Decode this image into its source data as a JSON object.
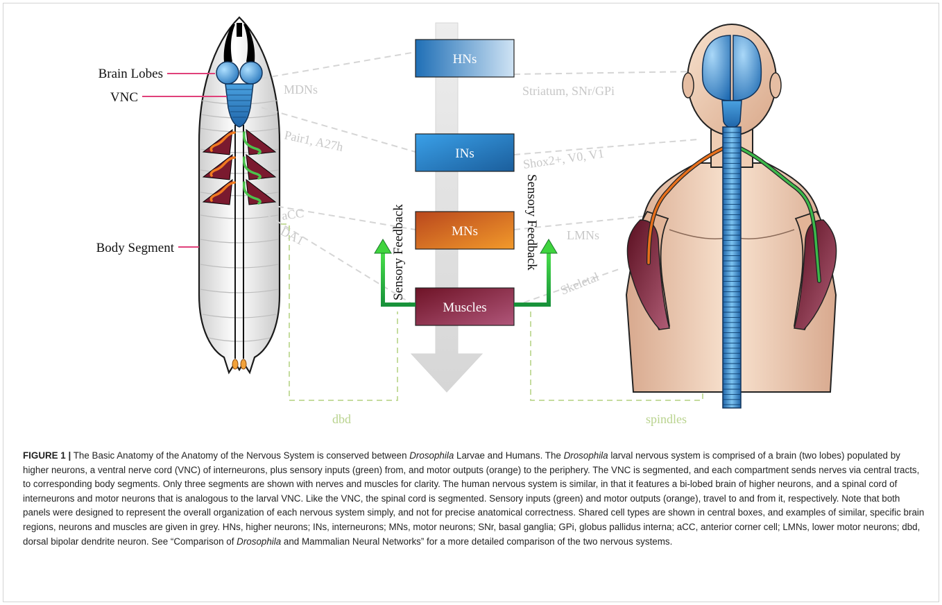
{
  "labels": {
    "brain_lobes": "Brain Lobes",
    "vnc": "VNC",
    "body_segment": "Body Segment"
  },
  "boxes": {
    "hns": "HNs",
    "ins": "INs",
    "mns": "MNs",
    "muscles": "Muscles"
  },
  "examples": {
    "mdns": "MDNs",
    "pair1": "Pair1, A27h",
    "acc": "aCC",
    "da1": "DA1",
    "dbd": "dbd",
    "striatum": "Striatum, SNr/GPi",
    "shox": "Shox2+, V0, V1",
    "lmns": "LMNs",
    "skeletal": "Skeletal",
    "spindles": "spindles"
  },
  "feedback": {
    "left": "Sensory Feedback",
    "right": "Sensory Feedback"
  },
  "colors": {
    "grey_label": "#c8c8c8",
    "pink_leader": "#e0407a",
    "dashed_green": "#c5dc9e",
    "hn_box": "#2b7fc2",
    "mn_box": "#e1761e",
    "muscle_box": "#8a2238",
    "feedback_green": "#3fc03a"
  },
  "caption": {
    "lead": "FIGURE 1 |",
    "t1": " The Basic Anatomy of the Anatomy of the Nervous System is conserved between ",
    "i1": "Drosophila",
    "t2": " Larvae and Humans. The ",
    "i2": "Drosophila",
    "t3": " larval nervous system is comprised of a brain (two lobes) populated by higher neurons, a ventral nerve cord (VNC) of interneurons, plus sensory inputs (green) from, and motor outputs (orange) to the periphery. The VNC is segmented, and each compartment sends nerves via central tracts, to corresponding body segments. Only three segments are shown with nerves and muscles for clarity. The human nervous system is similar, in that it features a bi-lobed brain of higher neurons, and a spinal cord of interneurons and motor neurons that is analogous to the larval VNC. Like the VNC, the spinal cord is segmented. Sensory inputs (green) and motor outputs (orange), travel to and from it, respectively. Note that both panels were designed to represent the overall organization of each nervous system simply, and not for precise anatomical correctness. Shared cell types are shown in central boxes, and examples of similar, specific brain regions, neurons and muscles are given in grey. HNs, higher neurons; INs, interneurons; MNs, motor neurons; SNr, basal ganglia; GPi, globus pallidus interna; aCC, anterior corner cell; LMNs, lower motor neurons; dbd, dorsal bipolar dendrite neuron. See “Comparison of ",
    "i3": "Drosophila",
    "t4": " and Mammalian Neural Networks” for a more detailed comparison of the two nervous systems."
  }
}
